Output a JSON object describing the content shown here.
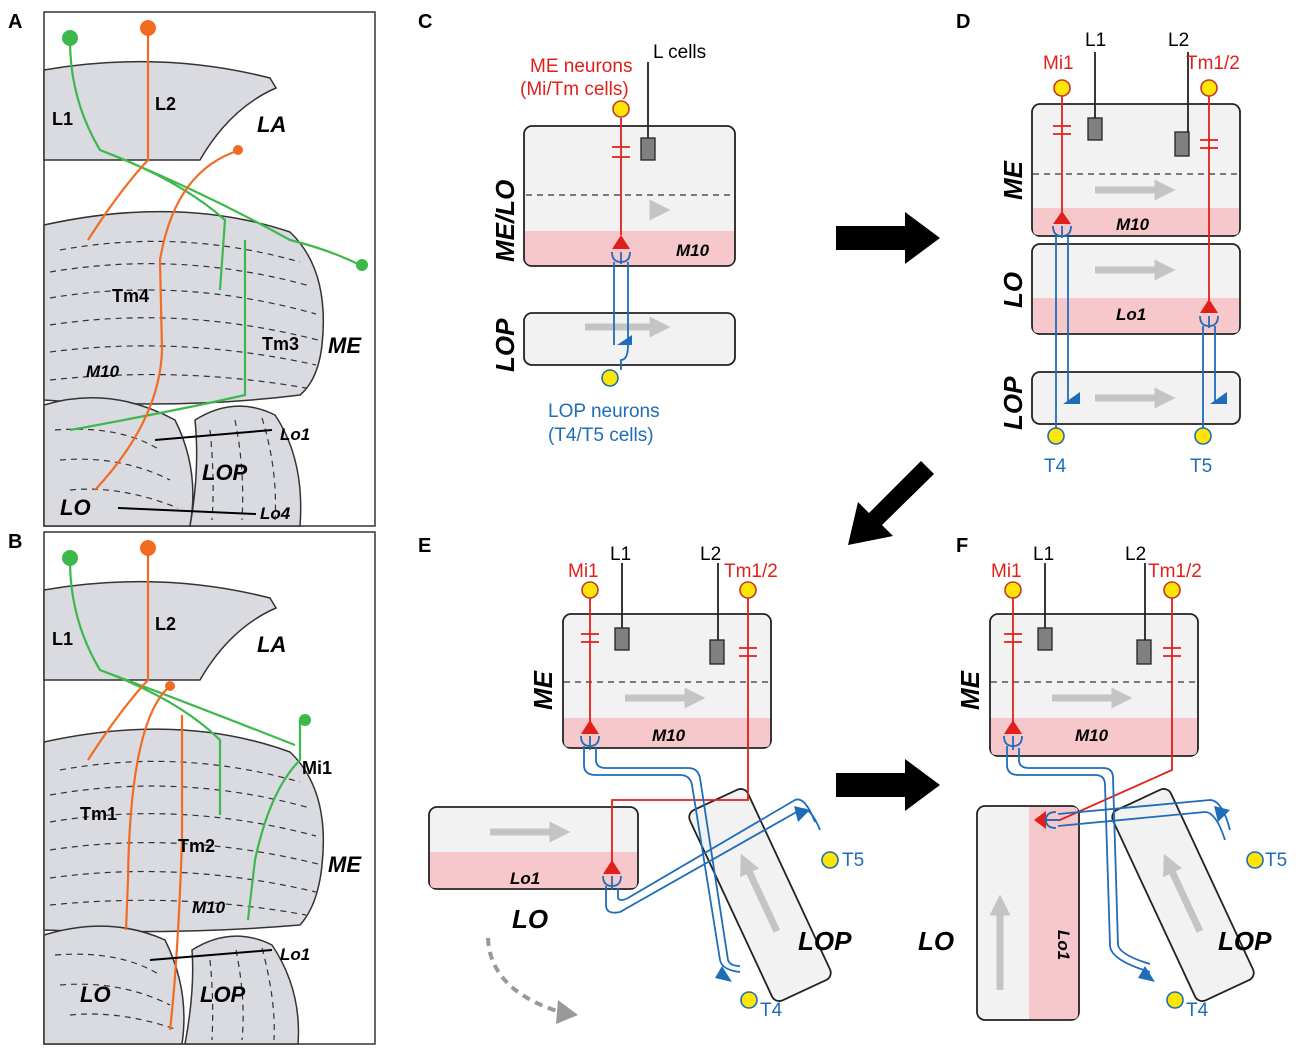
{
  "panels": {
    "A": {
      "label": "A",
      "regions": {
        "la": "LA",
        "me": "ME",
        "lop": "LOP",
        "lo": "LO"
      },
      "layers": {
        "m10": "M10",
        "lo1": "Lo1",
        "lo4": "Lo4"
      },
      "cells": {
        "l1": "L1",
        "l2": "L2",
        "tm4": "Tm4",
        "tm3": "Tm3"
      }
    },
    "B": {
      "label": "B",
      "regions": {
        "la": "LA",
        "me": "ME",
        "lop": "LOP",
        "lo": "LO"
      },
      "layers": {
        "m10": "M10",
        "lo1": "Lo1"
      },
      "cells": {
        "l1": "L1",
        "l2": "L2",
        "tm1": "Tm1",
        "tm2": "Tm2",
        "mi1": "Mi1"
      }
    },
    "C": {
      "label": "C",
      "me_neurons_line1": "ME neurons",
      "me_neurons_line2": "(Mi/Tm cells)",
      "l_cells": "L cells",
      "region_melo": "ME/LO",
      "region_lop": "LOP",
      "layer_m10": "M10",
      "lop_neurons_line1": "LOP neurons",
      "lop_neurons_line2": "(T4/T5 cells)"
    },
    "D": {
      "label": "D",
      "mi1": "Mi1",
      "l1": "L1",
      "l2": "L2",
      "tm12": "Tm1/2",
      "region_me": "ME",
      "region_lo": "LO",
      "region_lop": "LOP",
      "layer_m10": "M10",
      "layer_lo1": "Lo1",
      "t4": "T4",
      "t5": "T5"
    },
    "E": {
      "label": "E",
      "mi1": "Mi1",
      "l1": "L1",
      "l2": "L2",
      "tm12": "Tm1/2",
      "region_me": "ME",
      "region_lo": "LO",
      "region_lop": "LOP",
      "layer_m10": "M10",
      "layer_lo1": "Lo1",
      "t4": "T4",
      "t5": "T5"
    },
    "F": {
      "label": "F",
      "mi1": "Mi1",
      "l1": "L1",
      "l2": "L2",
      "tm12": "Tm1/2",
      "region_me": "ME",
      "region_lo": "LO",
      "region_lop": "LOP",
      "layer_m10": "M10",
      "layer_lo1": "Lo1",
      "t4": "T4",
      "t5": "T5"
    }
  },
  "colors": {
    "me_neuron": "#e0201b",
    "lop_neuron": "#1f6db8",
    "layer_pink": "#f6c8cc",
    "neuropil_gray": "#d9dbe0",
    "green_neuron": "#3db84a",
    "orange_neuron": "#f26b22"
  }
}
